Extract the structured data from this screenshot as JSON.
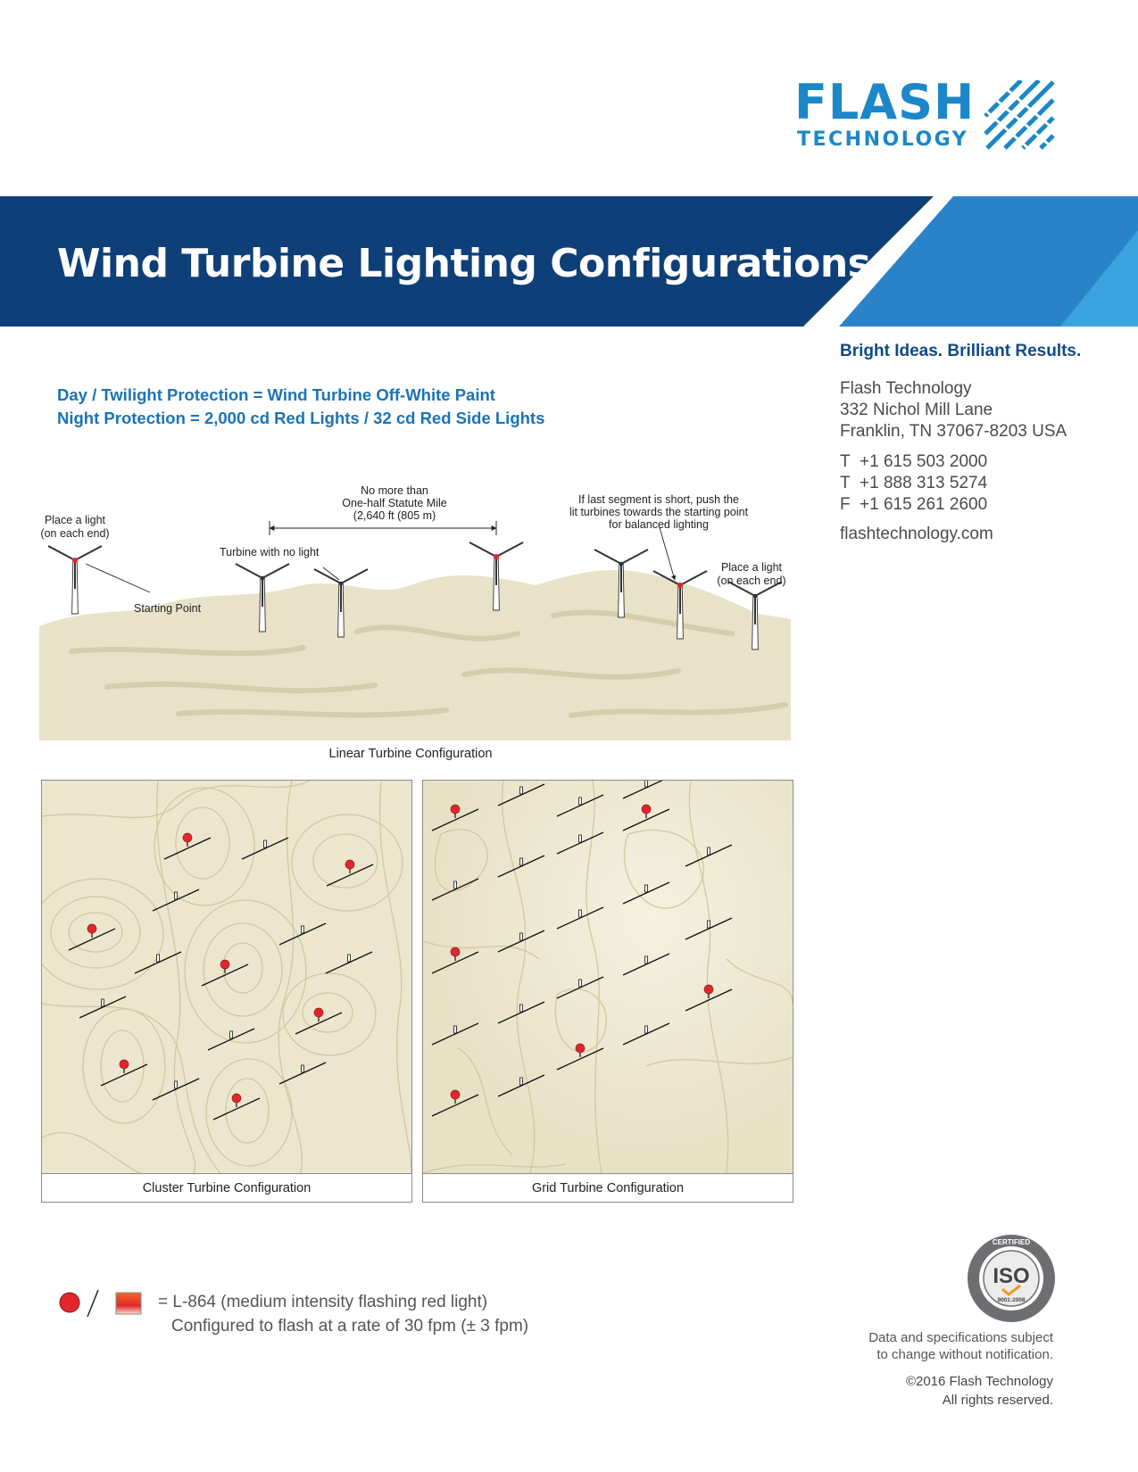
{
  "logo": {
    "word1": "FLASH",
    "word2": "TECHNOLOGY"
  },
  "title": "Wind Turbine Lighting Configurations",
  "tagline": "Bright Ideas. Brilliant Results.",
  "address": {
    "name": "Flash Technology",
    "street": "332 Nichol Mill Lane",
    "city": "Franklin, TN 37067-8203 USA"
  },
  "phones": [
    {
      "label": "T",
      "number": "+1 615 503 2000"
    },
    {
      "label": "T",
      "number": "+1 888 313 5274"
    },
    {
      "label": "F",
      "number": "+1 615 261 2600"
    }
  ],
  "website": "flashtechnology.com",
  "protection": {
    "day": "Day / Twilight Protection = Wind Turbine Off-White Paint",
    "night": "Night Protection = 2,000 cd Red Lights / 32 cd Red Side Lights"
  },
  "linear": {
    "label_place_left_1": "Place a light",
    "label_place_left_2": "(on each end)",
    "label_starting": "Starting Point",
    "label_no_light": "Turbine with no light",
    "label_spacing_1": "No more than",
    "label_spacing_2": "One-half Statute Mile",
    "label_spacing_3": "(2,640 ft (805 m)",
    "label_short_1": "If last segment is short, push the",
    "label_short_2": "lit turbines towards the starting point",
    "label_short_3": "for balanced lighting",
    "label_place_right_1": "Place a light",
    "label_place_right_2": "(on each end)",
    "caption": "Linear Turbine Configuration"
  },
  "cluster": {
    "caption": "Cluster Turbine Configuration"
  },
  "grid": {
    "caption": "Grid Turbine Configuration"
  },
  "legend": {
    "line1": "= L-864 (medium intensity flashing red light)",
    "line2": "Configured to flash at a rate of 30 fpm (± 3 fpm)"
  },
  "iso": {
    "top": "CERTIFIED",
    "main": "ISO",
    "sub": "9001:2008"
  },
  "disclaimer": {
    "line1": "Data and specifications subject",
    "line2": "to change without notification."
  },
  "copyright": {
    "line1": "©2016 Flash Technology",
    "line2": "All rights reserved."
  },
  "colors": {
    "brand_blue": "#1b87c9",
    "banner_navy": "#0e3f78",
    "banner_light": "#2b8fd3",
    "terrain": "#e8e2c9",
    "light_red": "#e3262c"
  }
}
